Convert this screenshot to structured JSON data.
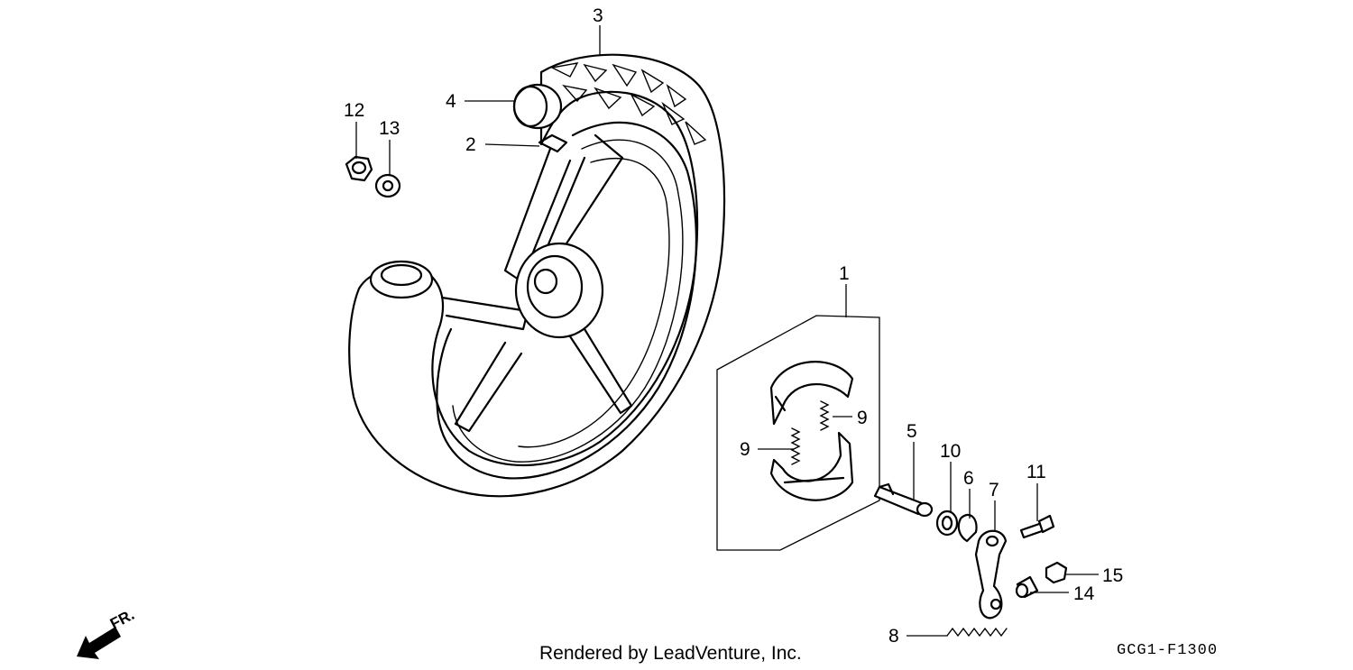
{
  "callouts": {
    "c1": "1",
    "c2": "2",
    "c3": "3",
    "c4": "4",
    "c5": "5",
    "c6": "6",
    "c7": "7",
    "c8": "8",
    "c9a": "9",
    "c9b": "9",
    "c10": "10",
    "c11": "11",
    "c12": "12",
    "c13": "13",
    "c14": "14",
    "c15": "15"
  },
  "direction_label": "FR.",
  "credit": "Rendered by LeadVenture, Inc.",
  "diagram_code": "GCG1-F1300",
  "icons": {
    "direction": "front-direction-arrow-icon"
  }
}
